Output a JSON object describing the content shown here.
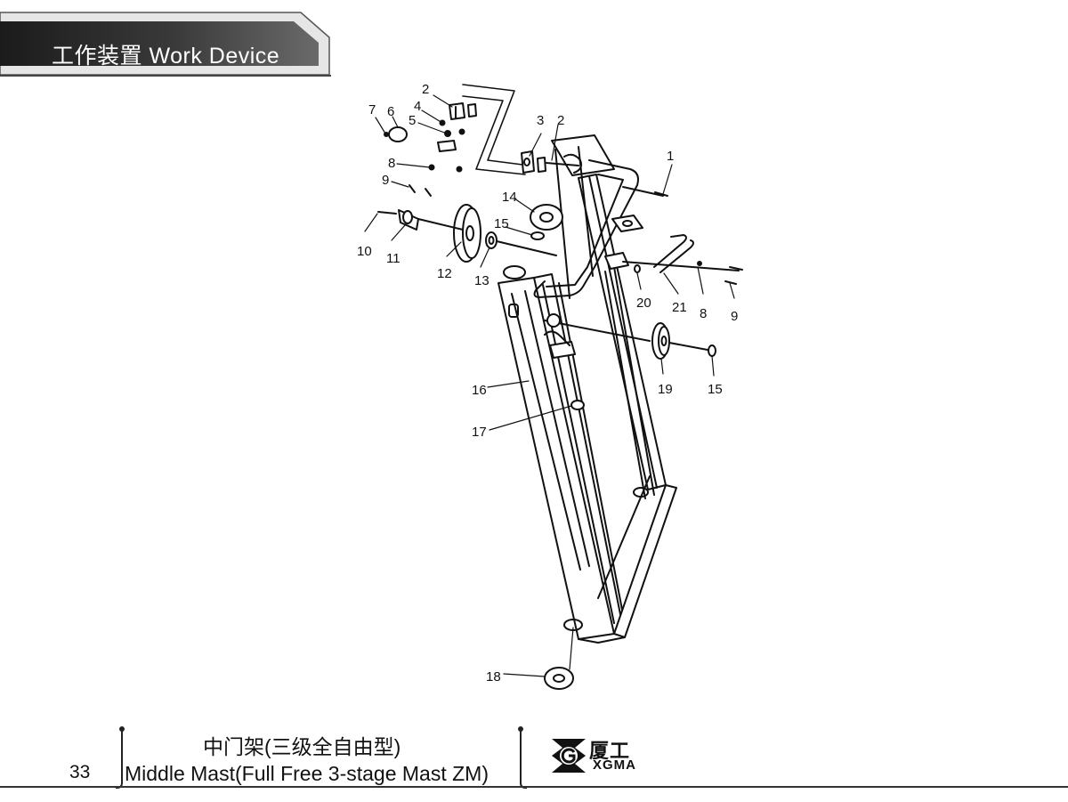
{
  "header": {
    "title": "工作装置 Work Device"
  },
  "diagram": {
    "callouts": [
      {
        "id": "c1",
        "label": "1"
      },
      {
        "id": "c2a",
        "label": "2"
      },
      {
        "id": "c2b",
        "label": "2"
      },
      {
        "id": "c3",
        "label": "3"
      },
      {
        "id": "c4",
        "label": "4"
      },
      {
        "id": "c5",
        "label": "5"
      },
      {
        "id": "c6",
        "label": "6"
      },
      {
        "id": "c7",
        "label": "7"
      },
      {
        "id": "c8a",
        "label": "8"
      },
      {
        "id": "c8b",
        "label": "8"
      },
      {
        "id": "c9a",
        "label": "9"
      },
      {
        "id": "c9b",
        "label": "9"
      },
      {
        "id": "c10",
        "label": "10"
      },
      {
        "id": "c11",
        "label": "11"
      },
      {
        "id": "c12",
        "label": "12"
      },
      {
        "id": "c13",
        "label": "13"
      },
      {
        "id": "c14",
        "label": "14"
      },
      {
        "id": "c15a",
        "label": "15"
      },
      {
        "id": "c15b",
        "label": "15"
      },
      {
        "id": "c16",
        "label": "16"
      },
      {
        "id": "c17",
        "label": "17"
      },
      {
        "id": "c18",
        "label": "18"
      },
      {
        "id": "c19",
        "label": "19"
      },
      {
        "id": "c20",
        "label": "20"
      },
      {
        "id": "c21",
        "label": "21"
      }
    ]
  },
  "footer": {
    "page_number": "33",
    "caption_cn": "中门架(三级全自由型)",
    "caption_en": "Middle Mast(Full Free 3-stage Mast ZM)",
    "brand_cn": "厦工",
    "brand_en": "XGMA"
  }
}
